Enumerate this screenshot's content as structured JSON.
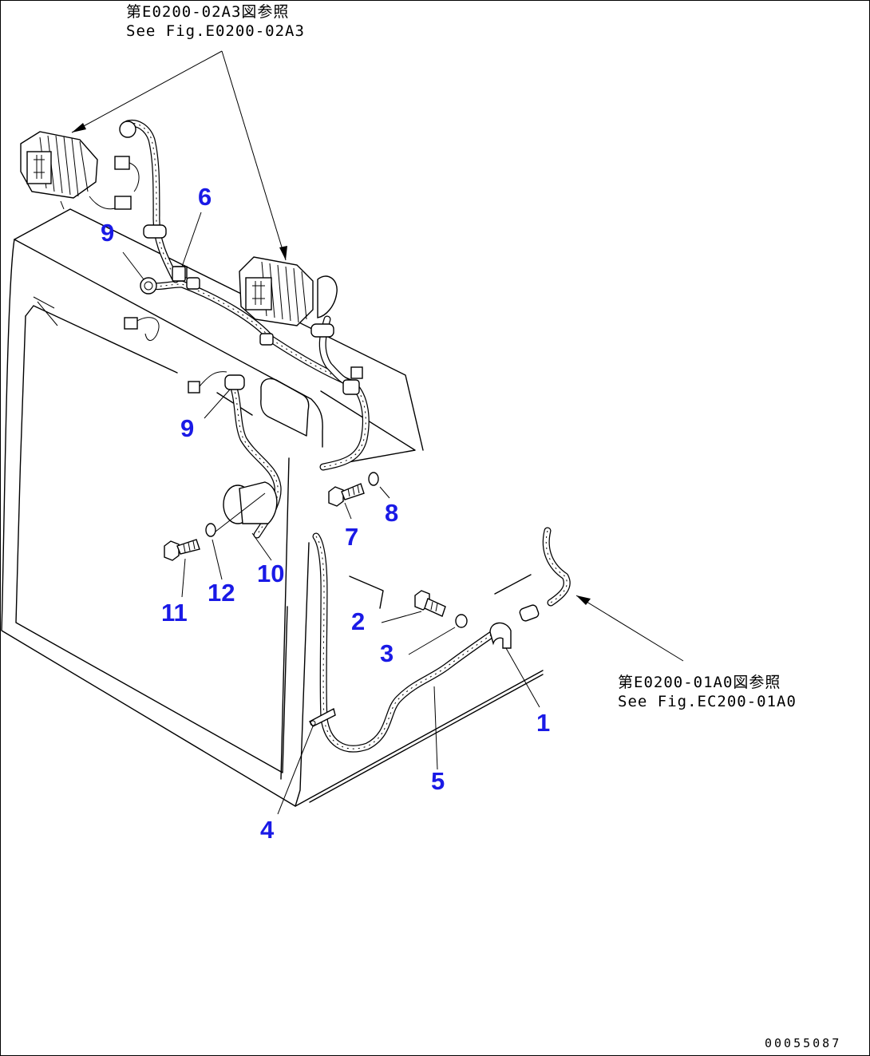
{
  "references": {
    "top_jp": "第E0200-02A3図参照",
    "top_en": "See Fig.E0200-02A3",
    "right_jp": "第E0200-01A0図参照",
    "right_en": "See Fig.EC200-01A0"
  },
  "callouts": {
    "c1": "1",
    "c2": "2",
    "c3": "3",
    "c4": "4",
    "c5": "5",
    "c6": "6",
    "c7": "7",
    "c8": "8",
    "c9a": "9",
    "c9b": "9",
    "c10": "10",
    "c11": "11",
    "c12": "12"
  },
  "drawing_code": "00055087",
  "colors": {
    "callout": "#1a1ae6",
    "line": "#000000",
    "background": "#ffffff"
  }
}
